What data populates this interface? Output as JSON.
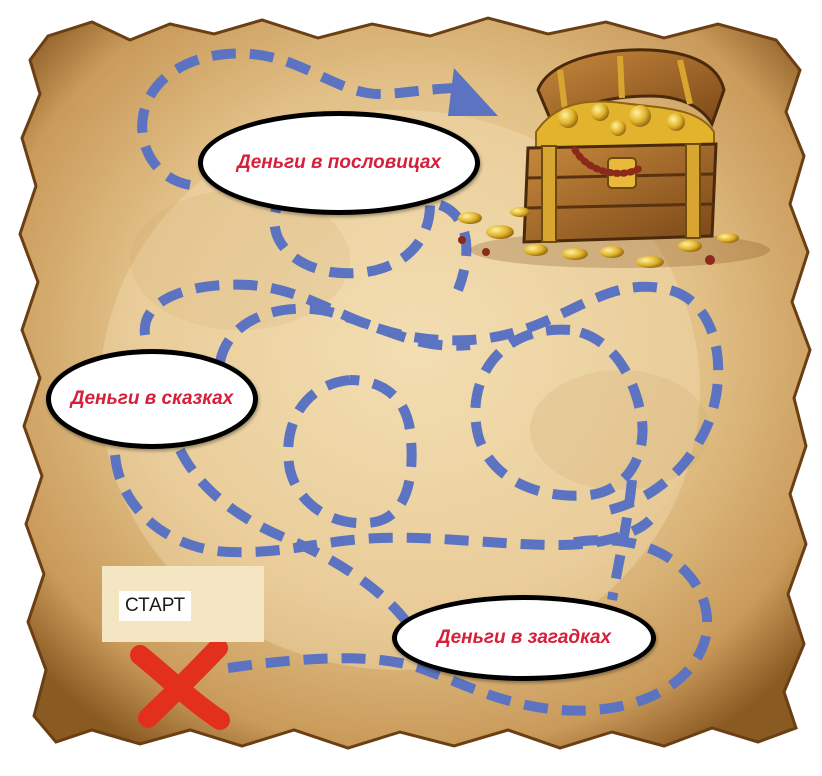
{
  "stations": {
    "proverbs": "Деньги в пословицах",
    "tales": "Деньги в сказках",
    "riddles": "Деньги в загадках"
  },
  "start": {
    "label": "СТАРТ"
  },
  "colors": {
    "path": "#5b73c0",
    "station_text": "#d61f3a",
    "cross": "#e3301c",
    "parchment": "#e7c98f",
    "parchment_edge": "#8a5a23"
  },
  "icons": [
    "start-cross-icon",
    "treasure-chest-icon",
    "path-arrow-icon"
  ]
}
